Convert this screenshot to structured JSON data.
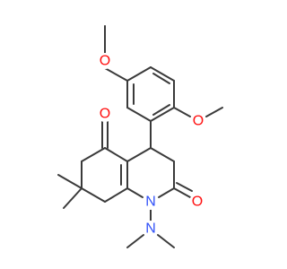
{
  "molecule": {
    "atoms": {
      "o_methoxy_top": "O",
      "o_methoxy_right": "O",
      "o_ketone": "O",
      "o_lactam": "O",
      "n_ring": "N",
      "n_dimethylamino": "N"
    }
  },
  "colors": {
    "oxygen": "#ff0d0d",
    "nitrogen": "#3050f8",
    "bond": "#3a3a3a"
  }
}
